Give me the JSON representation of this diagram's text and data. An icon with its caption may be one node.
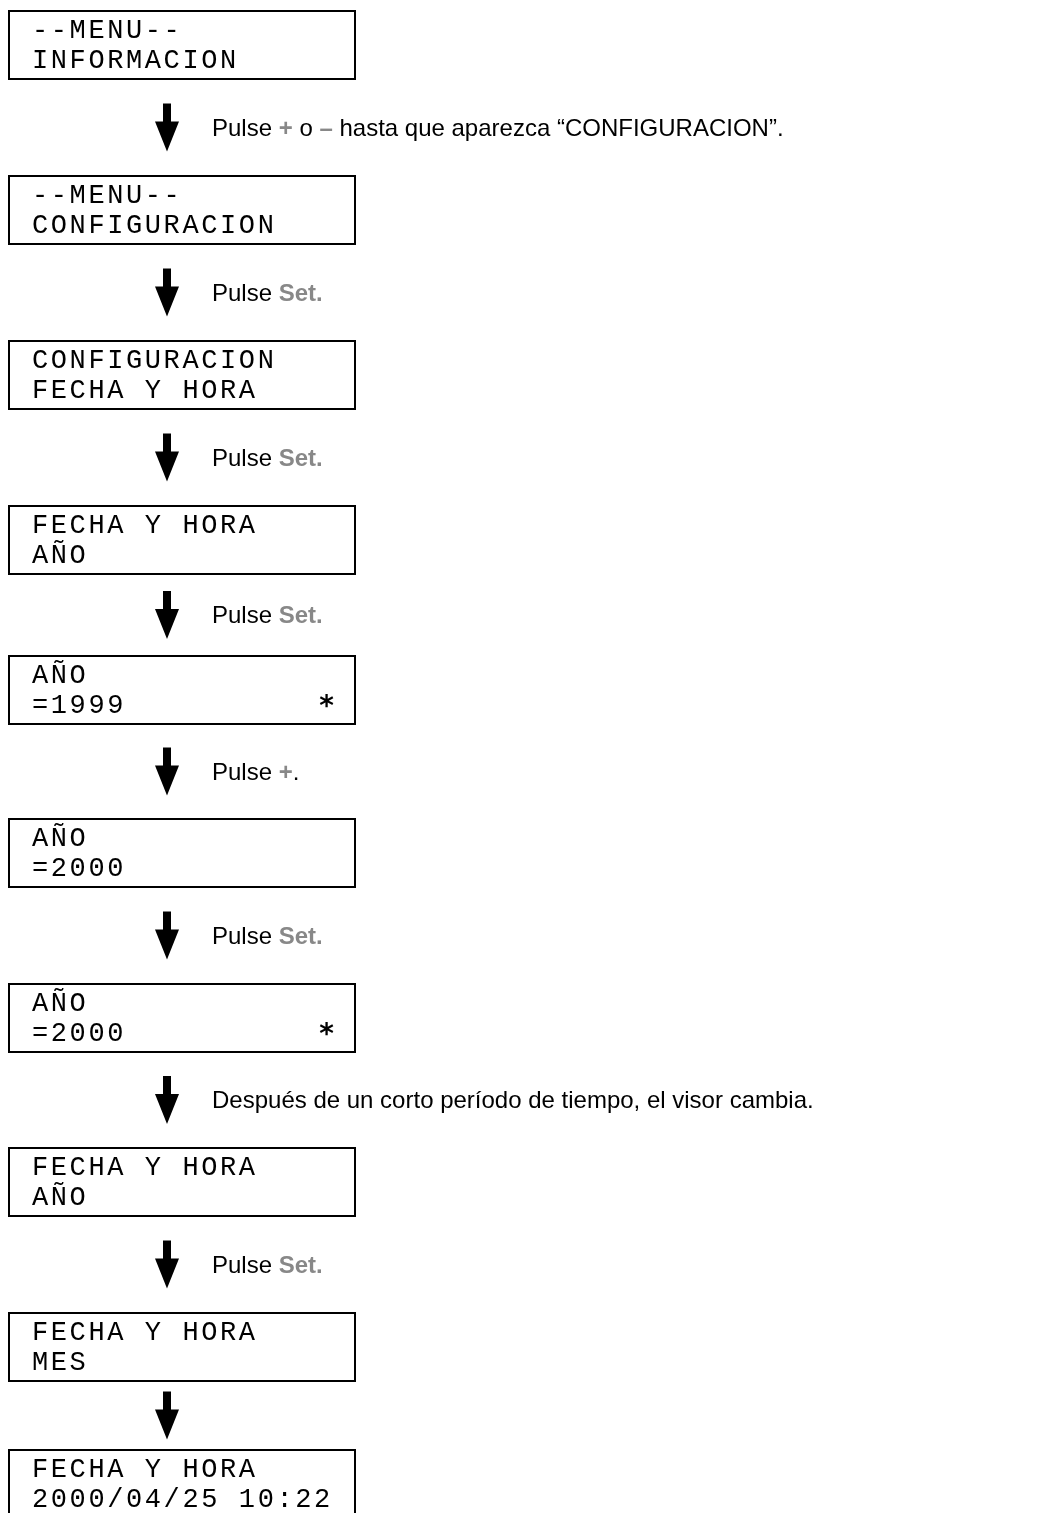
{
  "diagram": {
    "nodes": [
      {
        "text": [
          "--MENU--",
          "INFORMACION"
        ]
      },
      {
        "text": [
          "--MENU--",
          "CONFIGURACION"
        ]
      },
      {
        "text": [
          "CONFIGURACION",
          "FECHA Y HORA"
        ]
      },
      {
        "text": [
          "FECHA Y HORA",
          "AÑO"
        ]
      },
      {
        "text": [
          "AÑO",
          "=1999",
          "*"
        ]
      },
      {
        "text": [
          "AÑO",
          "=2000"
        ]
      },
      {
        "text": [
          "AÑO",
          "=2000",
          "*"
        ]
      },
      {
        "text": [
          "FECHA Y HORA",
          "AÑO"
        ]
      },
      {
        "text": [
          "FECHA Y HORA",
          "MES"
        ]
      },
      {
        "text": [
          "FECHA Y HORA",
          "2000/04/25 10:22"
        ]
      }
    ],
    "edges": [
      {
        "from": 0,
        "to": 1,
        "arrow": "to",
        "label": "Pulse **+** o **–** hasta que aparezca “CONFIGURACION”."
      },
      {
        "from": 1,
        "to": 2,
        "arrow": "to",
        "label": "Pulse **Set.**"
      },
      {
        "from": 2,
        "to": 3,
        "arrow": "to",
        "label": "Pulse **Set.**"
      },
      {
        "from": 3,
        "to": 4,
        "arrow": "to",
        "label": "Pulse **Set.**"
      },
      {
        "from": 4,
        "to": 5,
        "arrow": "to",
        "label": "Pulse **+**."
      },
      {
        "from": 5,
        "to": 6,
        "arrow": "to",
        "label": "Pulse **Set.**"
      },
      {
        "from": 6,
        "to": 7,
        "arrow": "to",
        "label": "Después de un corto período de tiempo, el visor cambia."
      },
      {
        "from": 7,
        "to": 8,
        "arrow": "to",
        "label": "Pulse **Set.**"
      },
      {
        "from": 8,
        "to": 9,
        "arrow": "to"
      }
    ]
  }
}
